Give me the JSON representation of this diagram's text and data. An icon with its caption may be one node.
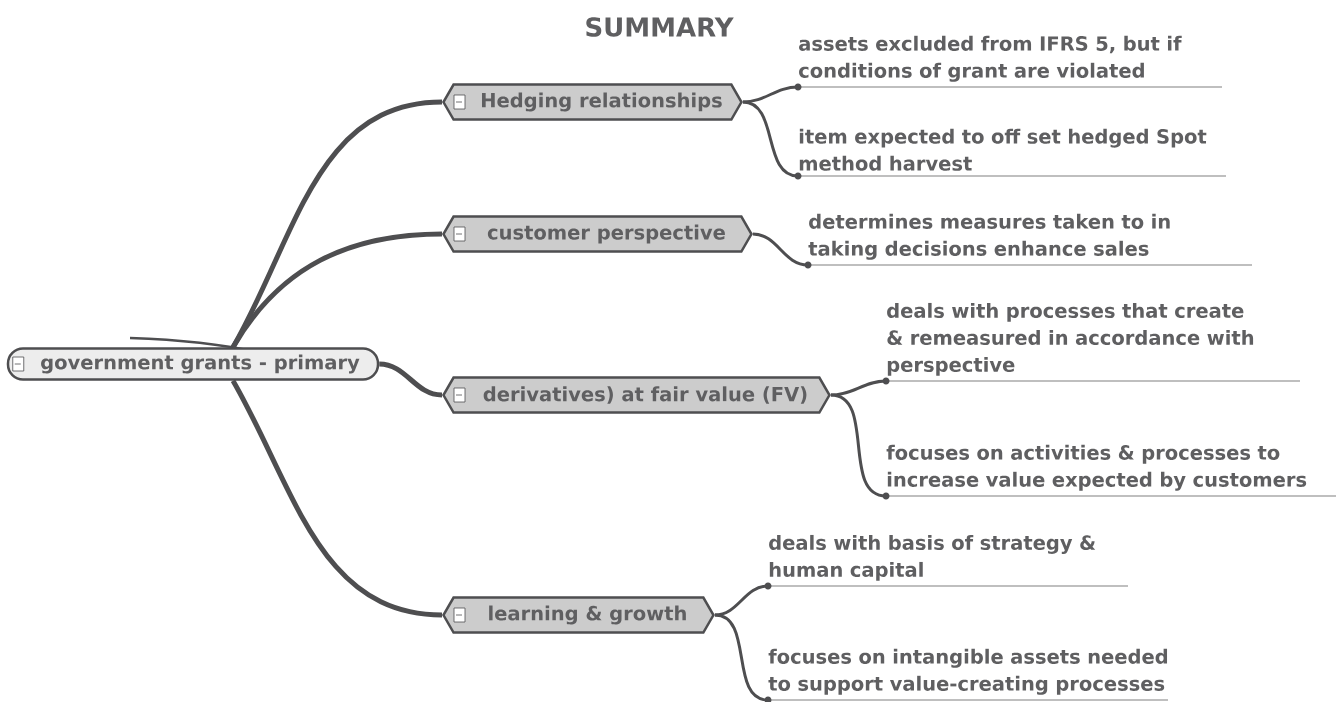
{
  "diagram": {
    "title": "SUMMARY",
    "nodes": [
      {
        "text": [
          "government grants - primary"
        ]
      },
      {
        "text": [
          "Hedging relationships"
        ]
      },
      {
        "text": [
          "customer perspective"
        ]
      },
      {
        "text": [
          "derivatives) at fair value (FV)"
        ]
      },
      {
        "text": [
          "learning & growth"
        ]
      },
      {
        "text": [
          "assets excluded from IFRS 5, but if conditions of grant are violated"
        ]
      },
      {
        "text": [
          "item expected to off set hedged Spot method harvest"
        ]
      },
      {
        "text": [
          "determines measures taken to in taking decisions enhance sales"
        ]
      },
      {
        "text": [
          "deals with processes that create & remeasured in accordance with perspective"
        ]
      },
      {
        "text": [
          "focuses on activities & processes to increase value expected by customers"
        ]
      },
      {
        "text": [
          "deals with basis of strategy & human capital"
        ]
      },
      {
        "text": [
          "focuses on intangible assets needed to support value-creating processes"
        ]
      }
    ],
    "edges": [
      {
        "from": 0,
        "to": 1,
        "arrow": "none"
      },
      {
        "from": 0,
        "to": 2,
        "arrow": "none"
      },
      {
        "from": 0,
        "to": 3,
        "arrow": "none"
      },
      {
        "from": 0,
        "to": 4,
        "arrow": "none"
      },
      {
        "from": 1,
        "to": 5,
        "arrow": "none"
      },
      {
        "from": 1,
        "to": 6,
        "arrow": "none"
      },
      {
        "from": 2,
        "to": 7,
        "arrow": "none"
      },
      {
        "from": 3,
        "to": 8,
        "arrow": "none"
      },
      {
        "from": 3,
        "to": 9,
        "arrow": "none"
      },
      {
        "from": 4,
        "to": 10,
        "arrow": "none"
      },
      {
        "from": 4,
        "to": 11,
        "arrow": "none"
      }
    ]
  }
}
